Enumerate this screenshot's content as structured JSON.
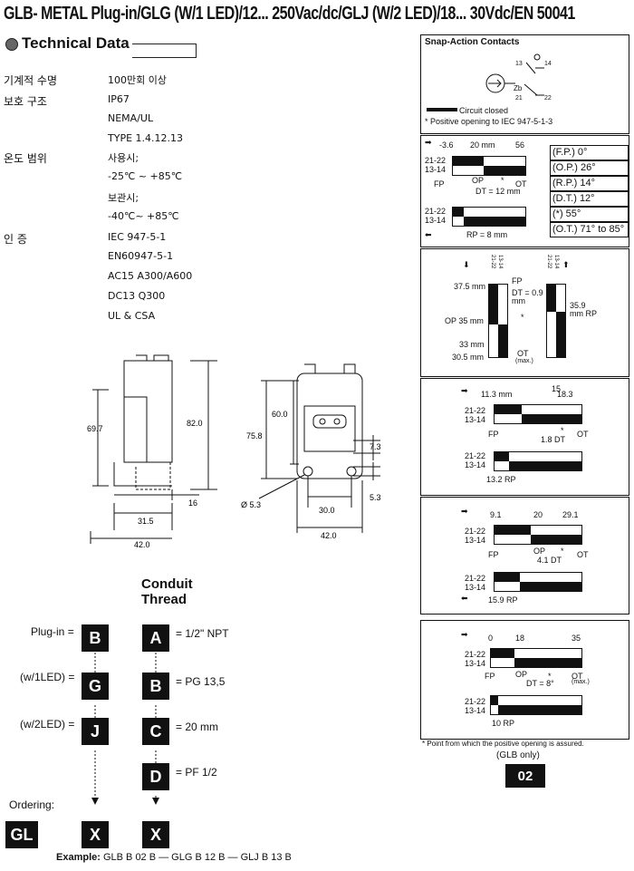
{
  "header": {
    "title": "GLB- METAL Plug-in/GLG (W/1 LED)/12... 250Vac/dc/GLJ (W/2 LED)/18... 30Vdc/EN 50041"
  },
  "technical": {
    "heading": "Technical Data",
    "rows": [
      {
        "label": "기계적 수명",
        "value": "100만회 이상"
      },
      {
        "label": "보호 구조",
        "value": "IP67"
      },
      {
        "label": "",
        "value": "NEMA/UL"
      },
      {
        "label": "",
        "value": "TYPE 1.4.12.13"
      },
      {
        "label": "온도 범위",
        "value": "사용시;"
      },
      {
        "label": "",
        "value": "-25℃ ~ +85℃"
      },
      {
        "label": "",
        "value": "보관시;"
      },
      {
        "label": "",
        "value": "-40℃~ +85℃"
      },
      {
        "label": "인      증",
        "value": "IEC 947-5-1"
      },
      {
        "label": "",
        "value": "EN60947-5-1"
      },
      {
        "label": "",
        "value": "AC15 A300/A600"
      },
      {
        "label": "",
        "value": "DC13 Q300"
      },
      {
        "label": "",
        "value": "UL & CSA"
      }
    ]
  },
  "drawing": {
    "side": {
      "d1": "69.7",
      "d2": "82.0",
      "d3": "16",
      "d4": "31.5",
      "d5": "42.0"
    },
    "front": {
      "d1": "60.0",
      "d2": "75.8",
      "d3": "7.3",
      "d4": "5.3",
      "d5": "30.0",
      "d6": "Ø 5.3",
      "d7": "42.0"
    }
  },
  "ordering": {
    "conduit_title_1": "Conduit",
    "conduit_title_2": "Thread",
    "left": [
      {
        "label": "Plug-in =",
        "code": "B"
      },
      {
        "label": "(w/1LED) =",
        "code": "G"
      },
      {
        "label": "(w/2LED) =",
        "code": "J"
      }
    ],
    "right": [
      {
        "code": "A",
        "label": "= 1/2\" NPT"
      },
      {
        "code": "B",
        "label": "= PG 13,5"
      },
      {
        "code": "C",
        "label": "= 20 mm"
      },
      {
        "code": "D",
        "label": "= PF 1/2"
      }
    ],
    "ordering_label": "Ordering:",
    "boxes": [
      "GL",
      "X",
      "X"
    ],
    "example_label": "Example:",
    "example_text": "GLB B 02 B — GLG B 12 B — GLJ B 13 B"
  },
  "panel": {
    "title": "Snap-Action Contacts",
    "t13": "13",
    "t14": "14",
    "t21": "21",
    "t22": "22",
    "zb": "Zb",
    "circuit_closed": "Circuit closed",
    "positive_opening": "* Positive opening to IEC 947-5-1-3",
    "d1": {
      "a": "-3.6",
      "b": "20 mm",
      "c": "56",
      "fp": "FP",
      "op": "OP",
      "star": "*",
      "ot": "OT",
      "dt": "DT = 12 mm",
      "rp": "RP = 8 mm",
      "c1": "21-22",
      "c2": "13-14",
      "values": [
        "(F.P.) 0°",
        "(O.P.) 26°",
        "(R.P.) 14°",
        "(D.T.) 12°",
        "(*) 55°",
        "(O.T.) 71° to 85°"
      ]
    },
    "d2": {
      "a": "37.5 mm",
      "b": "OP 35 mm",
      "c": "33 mm",
      "d": "30.5 mm",
      "fp": "FP",
      "dt": "DT = 0.9 mm",
      "star": "*",
      "ot": "OT",
      "max": "(max.)",
      "rp": "35.9 mm RP",
      "c1": "21-22",
      "c2": "13-14"
    },
    "d3": {
      "a": "11.3 mm",
      "b": "15",
      "c": "18.3",
      "fp": "FP",
      "dt": "1.8 DT",
      "star": "*",
      "ot": "OT",
      "rp": "13.2 RP",
      "c1": "21-22",
      "c2": "13-14"
    },
    "d4": {
      "a": "9.1",
      "b": "20",
      "c": "29.1",
      "fp": "FP",
      "op": "OP",
      "star": "*",
      "ot": "OT",
      "dt": "4.1 DT",
      "rp": "15.9 RP",
      "c1": "21-22",
      "c2": "13-14"
    },
    "d5": {
      "a": "0",
      "b": "18",
      "c": "35",
      "fp": "FP",
      "op": "OP",
      "star": "*",
      "ot": "OT",
      "max": "(max.)",
      "dt": "DT = 8°",
      "rp": "10 RP",
      "c1": "21-22",
      "c2": "13-14"
    },
    "footnote": "* Point from which the positive opening is assured.",
    "glb_only": "(GLB only)",
    "code": "02"
  }
}
